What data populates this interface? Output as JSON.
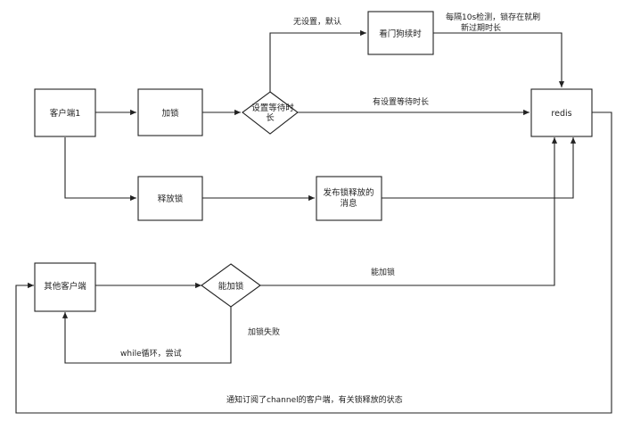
{
  "nodes": {
    "client1": "客户端1",
    "lock": "加锁",
    "decide_wait": [
      "设置等待时",
      "长"
    ],
    "watchdog": "看门狗续时",
    "redis": "redis",
    "release": "释放锁",
    "publish": [
      "发布锁释放的",
      "消息"
    ],
    "other_client": "其他客户端",
    "can_lock": "能加锁"
  },
  "edges": {
    "no_wait_default": "无设置，默认",
    "check_note": [
      "每隔10s检测，锁存在就刷",
      "新过期时长"
    ],
    "has_wait": "有设置等待时长",
    "can_lock_label": "能加锁",
    "lock_fail": "加锁失败",
    "while_retry": "while循环，尝试",
    "notify": "通知订阅了channel的客户端，有关锁释放的状态"
  },
  "colors": {
    "stroke": "#222222",
    "background": "#ffffff"
  }
}
